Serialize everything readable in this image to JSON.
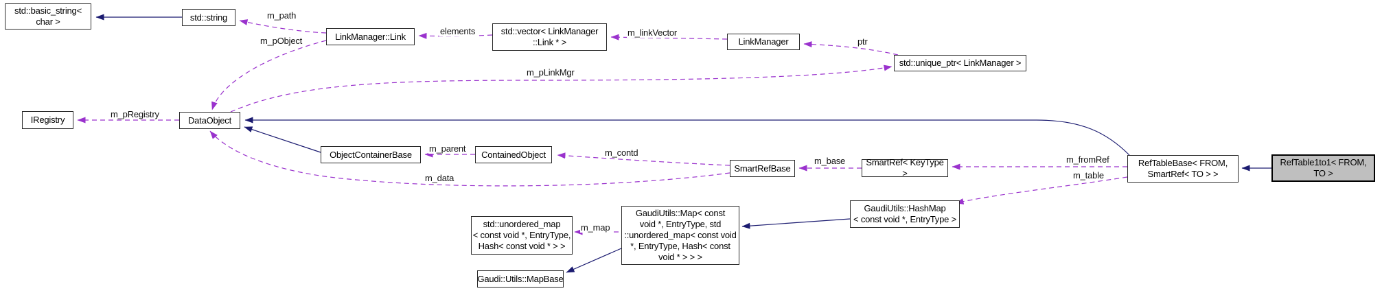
{
  "diagram": {
    "kind": "doxygen-collaboration-graph",
    "colors": {
      "inheritance_edge": "#1b1b70",
      "usage_edge": "#9a32cd",
      "node_fill": "#ffffff",
      "node_border": "#2a2a2a",
      "highlight_fill": "#bfbfbf",
      "background": "#ffffff"
    },
    "nodes": {
      "basic_string": {
        "label": "std::basic_string<\nchar >"
      },
      "std_string": {
        "label": "std::string"
      },
      "link_manager_link": {
        "label": "LinkManager::Link"
      },
      "link_vector": {
        "label": "std::vector< LinkManager\n::Link * >"
      },
      "link_manager": {
        "label": "LinkManager"
      },
      "unique_ptr": {
        "label": "std::unique_ptr< LinkManager >"
      },
      "iregistry": {
        "label": "IRegistry"
      },
      "data_object": {
        "label": "DataObject"
      },
      "object_container_base": {
        "label": "ObjectContainerBase"
      },
      "contained_object": {
        "label": "ContainedObject"
      },
      "smart_ref_base": {
        "label": "SmartRefBase"
      },
      "smart_ref": {
        "label": "SmartRef< KeyType >"
      },
      "ref_table_base": {
        "label": "RefTableBase< FROM,\nSmartRef< TO > >"
      },
      "ref_table_1to1": {
        "label": "RefTable1to1< FROM,\nTO >",
        "highlighted": true
      },
      "hash_map": {
        "label": "GaudiUtils::HashMap\n< const void *, EntryType >"
      },
      "gaudi_map": {
        "label": "GaudiUtils::Map< const\nvoid *, EntryType, std\n::unordered_map< const void\n*, EntryType, Hash< const\nvoid * > > >"
      },
      "unordered_map": {
        "label": "std::unordered_map\n< const void *, EntryType,\nHash< const void * > >"
      },
      "map_base": {
        "label": "Gaudi::Utils::MapBase"
      }
    },
    "edges": [
      {
        "from": "std_string",
        "to": "basic_string",
        "kind": "inheritance",
        "label": ""
      },
      {
        "from": "object_container_base",
        "to": "data_object",
        "kind": "inheritance",
        "label": ""
      },
      {
        "from": "ref_table_base",
        "to": "data_object",
        "kind": "inheritance",
        "label": ""
      },
      {
        "from": "ref_table_1to1",
        "to": "ref_table_base",
        "kind": "inheritance",
        "label": ""
      },
      {
        "from": "hash_map",
        "to": "gaudi_map",
        "kind": "inheritance",
        "label": ""
      },
      {
        "from": "gaudi_map",
        "to": "map_base",
        "kind": "inheritance",
        "label": ""
      },
      {
        "from": "link_manager_link",
        "to": "std_string",
        "kind": "usage",
        "label": "m_path"
      },
      {
        "from": "link_manager_link",
        "to": "data_object",
        "kind": "usage",
        "label": "m_pObject"
      },
      {
        "from": "link_vector",
        "to": "link_manager_link",
        "kind": "usage",
        "label": "elements"
      },
      {
        "from": "link_manager",
        "to": "link_vector",
        "kind": "usage",
        "label": "m_linkVector"
      },
      {
        "from": "unique_ptr",
        "to": "link_manager",
        "kind": "usage",
        "label": "ptr"
      },
      {
        "from": "data_object",
        "to": "unique_ptr",
        "kind": "usage",
        "label": "m_pLinkMgr"
      },
      {
        "from": "data_object",
        "to": "iregistry",
        "kind": "usage",
        "label": "m_pRegistry"
      },
      {
        "from": "contained_object",
        "to": "object_container_base",
        "kind": "usage",
        "label": "m_parent"
      },
      {
        "from": "smart_ref_base",
        "to": "contained_object",
        "kind": "usage",
        "label": "m_contd"
      },
      {
        "from": "smart_ref",
        "to": "smart_ref_base",
        "kind": "usage",
        "label": "m_base"
      },
      {
        "from": "ref_table_base",
        "to": "smart_ref",
        "kind": "usage",
        "label": "m_fromRef"
      },
      {
        "from": "ref_table_base",
        "to": "hash_map",
        "kind": "usage",
        "label": "m_table"
      },
      {
        "from": "smart_ref_base",
        "to": "data_object",
        "kind": "usage",
        "label": "m_data"
      },
      {
        "from": "gaudi_map",
        "to": "unordered_map",
        "kind": "usage",
        "label": "m_map"
      }
    ]
  }
}
